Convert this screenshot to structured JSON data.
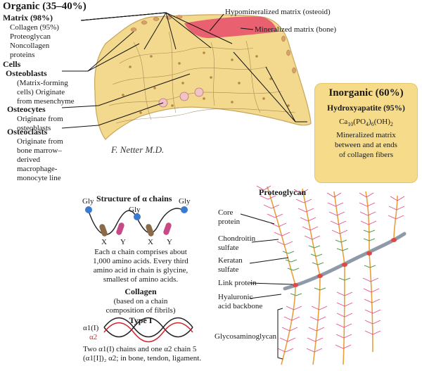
{
  "organic": {
    "title": "Organic (35–40%)",
    "matrix_title": "Matrix (98%)",
    "matrix_items": [
      "Collagen (95%)",
      "Proteoglycan",
      "Noncollagen",
      "proteins"
    ],
    "cells_title": "Cells",
    "osteoblasts_title": "Osteoblasts",
    "osteoblasts_desc": [
      "(Matrix-forming",
      "cells) Originate",
      "from mesenchyme"
    ],
    "osteocytes_title": "Osteocytes",
    "osteocytes_desc": [
      "Originate from",
      "osteoblasts"
    ],
    "osteoclasts_title": "Osteoclasts",
    "osteoclasts_desc": [
      "Originate from",
      "bone marrow–",
      "derived",
      "macrophage-",
      "monocyte line"
    ]
  },
  "bone_labels": {
    "hypomineralized": "Hypomineralized matrix (osteoid)",
    "mineralized": "Mineralized matrix (bone)"
  },
  "inorganic": {
    "title": "Inorganic (60%)",
    "hydroxyapatite": "Hydroxyapatite (95%)",
    "formula_ca": "Ca",
    "formula_ca_sub": "10",
    "formula_po": "(PO",
    "formula_po_sub": "4",
    "formula_oh": ")",
    "formula_oh_sub": "6",
    "formula_end": "(OH)",
    "formula_end_sub": "2",
    "desc": [
      "Mineralized matrix",
      "between and at ends",
      "of collagen fibers"
    ]
  },
  "signature": "F. Netter M.D.",
  "alpha": {
    "title": "Structure of α chains",
    "gly": "Gly",
    "x": "X",
    "y": "Y",
    "desc": [
      "Each α chain comprises about",
      "1,000 amino acids. Every third",
      "amino acid in chain is glycine,",
      "smallest of amino acids."
    ]
  },
  "collagen": {
    "title": "Collagen",
    "subtitle": [
      "(based on a chain",
      "composition of fibrils)"
    ],
    "type_title": "Type I",
    "alpha1_label": "α1(I)",
    "alpha2_label": "α2",
    "desc_line1": "Two α1(I) chains and one α2 chain 5",
    "desc_line2": "(α1[I])₂ α2; in bone, tendon, ligament."
  },
  "proteoglycan": {
    "title": "Proteoglycan",
    "labels": {
      "core": [
        "Core",
        "protein"
      ],
      "chondroitin": [
        "Chondroitin",
        "sulfate"
      ],
      "keratan": [
        "Keratan",
        "sulfate"
      ],
      "link": [
        "Link protein"
      ],
      "hyaluronic": [
        "Hyaluronic",
        "acid backbone"
      ],
      "gag": [
        "Glycosaminoglycan"
      ]
    }
  },
  "colors": {
    "bone_fill": "#f3d98e",
    "osteoid": "#e8536d",
    "inorganic_box": "#f6dc8a",
    "core_protein": "#e8a13a",
    "chondroitin": "#e84a86",
    "keratan": "#4aa548",
    "link": "#e04848",
    "backbone": "#8f9aa8",
    "alpha1": "#222222",
    "alpha2": "#d0262f"
  }
}
